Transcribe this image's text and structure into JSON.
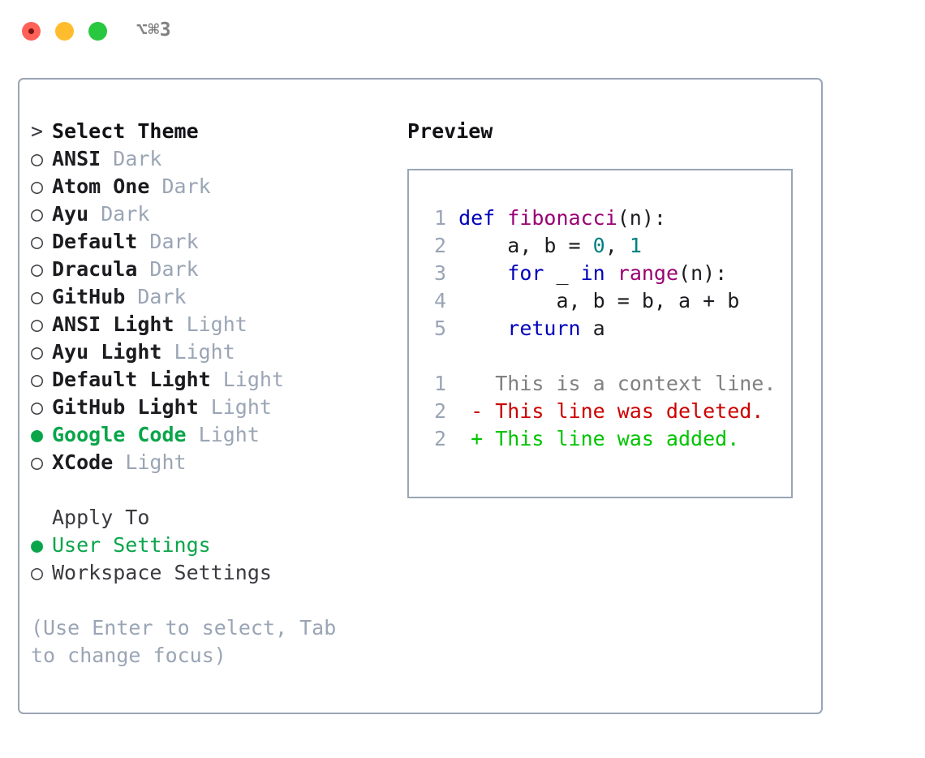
{
  "window": {
    "title": "⌥⌘3",
    "traffic_lights": [
      "close",
      "minimize",
      "maximize"
    ],
    "colors": {
      "close": "#ff6159",
      "minimize": "#ffbd2e",
      "maximize": "#28c840",
      "border": "#9aa5b5",
      "accent_green": "#0aa54a",
      "muted": "#9aa5b5"
    }
  },
  "picker": {
    "prompt_marker": ">",
    "title": "Select Theme",
    "bullet_unselected": "○",
    "bullet_selected": "●",
    "themes": [
      {
        "name": "ANSI",
        "variant": "Dark",
        "selected": false
      },
      {
        "name": "Atom One",
        "variant": "Dark",
        "selected": false
      },
      {
        "name": "Ayu",
        "variant": "Dark",
        "selected": false
      },
      {
        "name": "Default",
        "variant": "Dark",
        "selected": false
      },
      {
        "name": "Dracula",
        "variant": "Dark",
        "selected": false
      },
      {
        "name": "GitHub",
        "variant": "Dark",
        "selected": false
      },
      {
        "name": "ANSI Light",
        "variant": "Light",
        "selected": false
      },
      {
        "name": "Ayu Light",
        "variant": "Light",
        "selected": false
      },
      {
        "name": "Default Light",
        "variant": "Light",
        "selected": false
      },
      {
        "name": "GitHub Light",
        "variant": "Light",
        "selected": false
      },
      {
        "name": "Google Code",
        "variant": "Light",
        "selected": true
      },
      {
        "name": "XCode",
        "variant": "Light",
        "selected": false
      }
    ],
    "apply_to": {
      "title": "Apply To",
      "options": [
        {
          "label": "User Settings",
          "selected": true
        },
        {
          "label": "Workspace Settings",
          "selected": false
        }
      ]
    },
    "hint": "(Use Enter to select, Tab to change focus)"
  },
  "preview": {
    "title": "Preview",
    "code_lines": [
      {
        "num": "1",
        "tokens": [
          {
            "t": "def",
            "c": "kw"
          },
          {
            "t": " ",
            "c": "cbody"
          },
          {
            "t": "fibonacci",
            "c": "fn"
          },
          {
            "t": "(n):",
            "c": "cbody"
          }
        ]
      },
      {
        "num": "2",
        "tokens": [
          {
            "t": "    a, b = ",
            "c": "cbody"
          },
          {
            "t": "0",
            "c": "num"
          },
          {
            "t": ", ",
            "c": "cbody"
          },
          {
            "t": "1",
            "c": "num"
          }
        ]
      },
      {
        "num": "3",
        "tokens": [
          {
            "t": "    ",
            "c": "cbody"
          },
          {
            "t": "for",
            "c": "kw"
          },
          {
            "t": " _ ",
            "c": "cbody"
          },
          {
            "t": "in",
            "c": "kw"
          },
          {
            "t": " ",
            "c": "cbody"
          },
          {
            "t": "range",
            "c": "fn"
          },
          {
            "t": "(n):",
            "c": "cbody"
          }
        ]
      },
      {
        "num": "4",
        "tokens": [
          {
            "t": "        a, b = b, a + b",
            "c": "cbody"
          }
        ]
      },
      {
        "num": "5",
        "tokens": [
          {
            "t": "    ",
            "c": "cbody"
          },
          {
            "t": "return",
            "c": "kw"
          },
          {
            "t": " a",
            "c": "cbody"
          }
        ]
      }
    ],
    "diff_lines": [
      {
        "num": "1",
        "marker": "  ",
        "text": "This is a context line.",
        "kind": "ctx"
      },
      {
        "num": "2",
        "marker": "- ",
        "text": "This line was deleted.",
        "kind": "del"
      },
      {
        "num": "2",
        "marker": "+ ",
        "text": "This line was added.",
        "kind": "add"
      }
    ],
    "syntax_colors": {
      "keyword": "#0000bb",
      "function": "#990073",
      "number": "#008080",
      "text": "#1c1c20",
      "line_number": "#9aa5b5",
      "diff_context": "#808080",
      "diff_deleted": "#cc0000",
      "diff_added": "#00c400"
    }
  }
}
